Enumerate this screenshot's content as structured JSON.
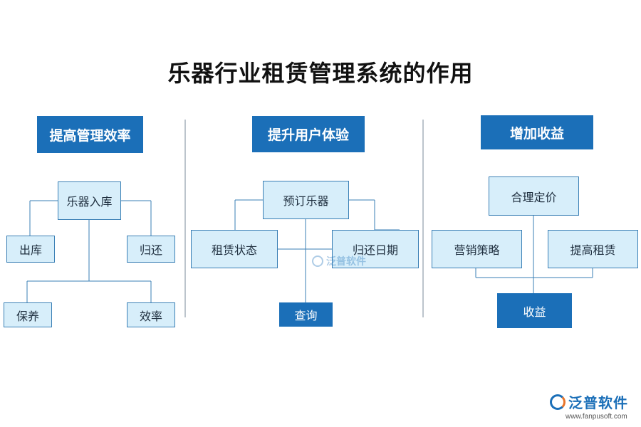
{
  "title": "乐器行业租赁管理系统的作用",
  "sections": [
    {
      "heading": "提高管理效率",
      "nodes": {
        "center": "乐器入库",
        "left": "出库",
        "right": "归还",
        "bottom_left": "保养",
        "bottom_right": "效率"
      }
    },
    {
      "heading": "提升用户体验",
      "nodes": {
        "center": "预订乐器",
        "left": "租赁状态",
        "right": "归还日期",
        "bottom": "查询"
      }
    },
    {
      "heading": "增加收益",
      "nodes": {
        "top": "合理定价",
        "left": "营销策略",
        "right": "提高租赁",
        "bottom": "收益"
      }
    }
  ],
  "watermark": "泛普软件",
  "logo": {
    "name": "泛普软件",
    "url": "www.fanpusoft.com"
  },
  "colors": {
    "accent": "#1b6fb8",
    "box_fill": "#d7eefa",
    "box_border": "#3a7fb5",
    "line": "#3a7fb5"
  }
}
